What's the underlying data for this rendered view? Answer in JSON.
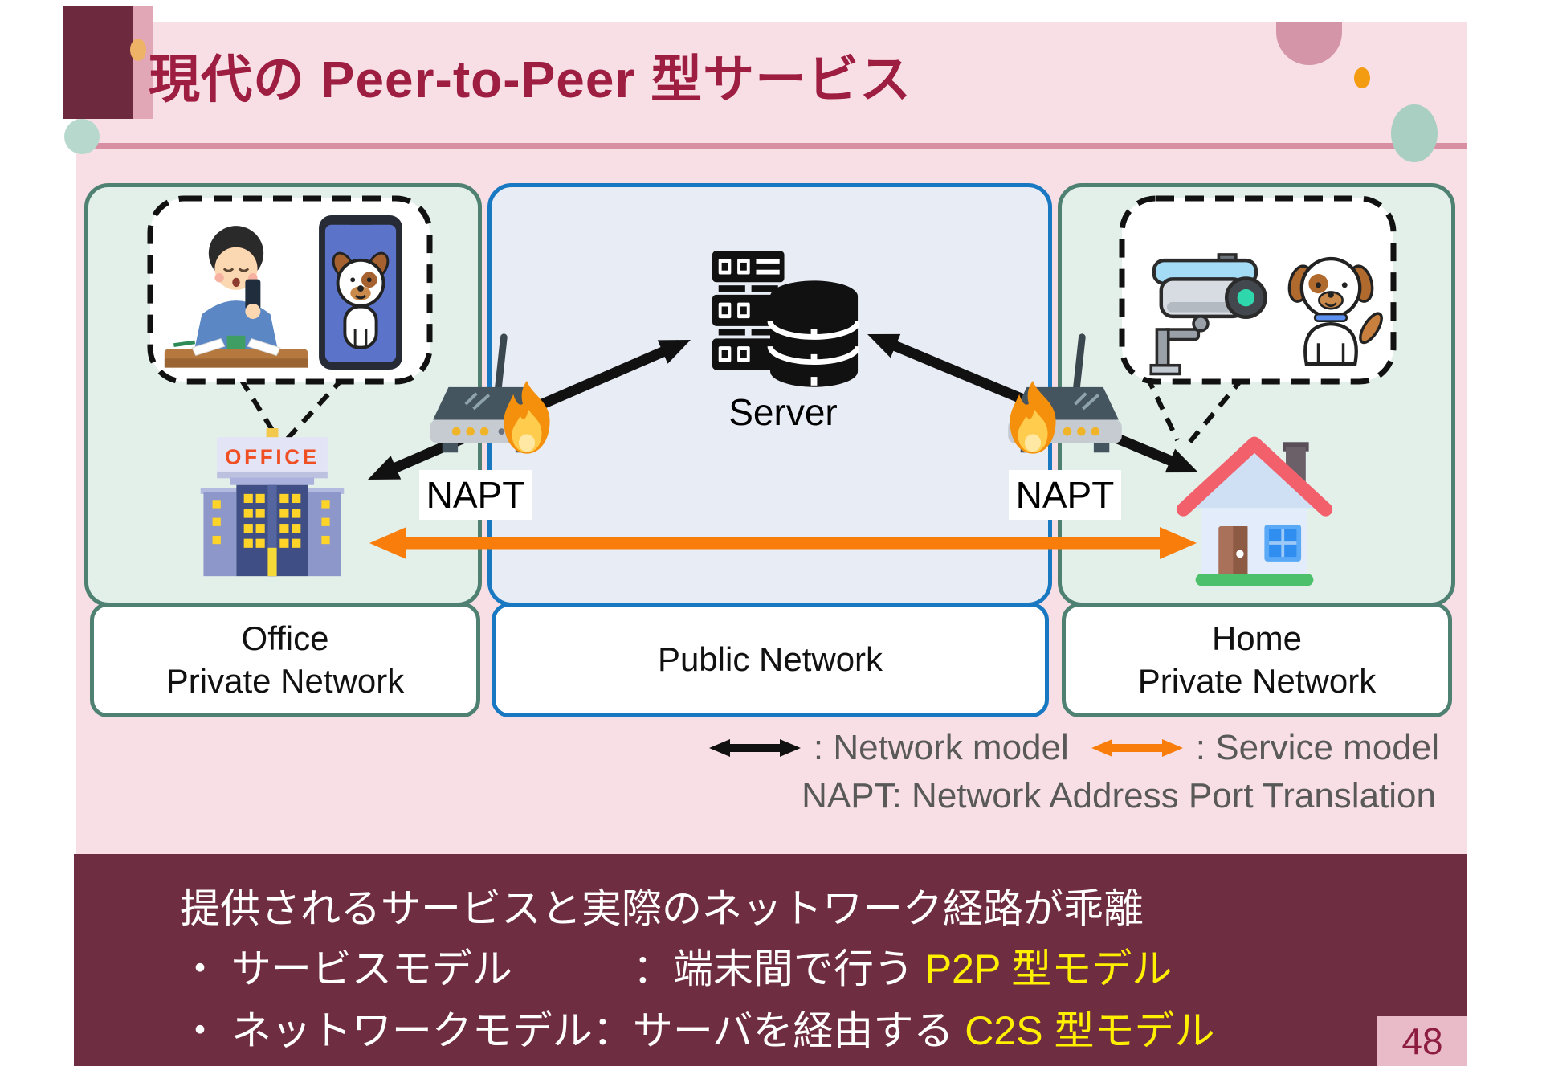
{
  "slide": {
    "title": "現代の Peer-to-Peer 型サービス",
    "page_number": "48"
  },
  "diagram": {
    "office_box": {
      "label_line1": "Office",
      "label_line2": "Private Network",
      "sign_text": "OFFICE"
    },
    "public_box": {
      "label": "Public Network",
      "server_label": "Server"
    },
    "home_box": {
      "label_line1": "Home",
      "label_line2": "Private Network"
    },
    "napt_label": "NAPT"
  },
  "legend": {
    "network_model": ": Network model",
    "service_model": ": Service model",
    "napt_definition": "NAPT: Network Address Port Translation"
  },
  "footer": {
    "line1": "提供されるサービスと実際のネットワーク経路が乖離",
    "line2_prefix": "・ サービスモデル　　　：端末間で行う ",
    "line2_highlight": "P2P 型モデル",
    "line3_prefix": "・ ネットワークモデル：サーバを経由する ",
    "line3_highlight": "C2S 型モデル"
  },
  "colors": {
    "accent_maroon": "#6f2d41",
    "title_crimson": "#9e1e42",
    "highlight_yellow": "#ffef00",
    "arrow_orange": "#f97d0b",
    "private_green_border": "#4f8172",
    "public_blue_border": "#1878c2"
  }
}
